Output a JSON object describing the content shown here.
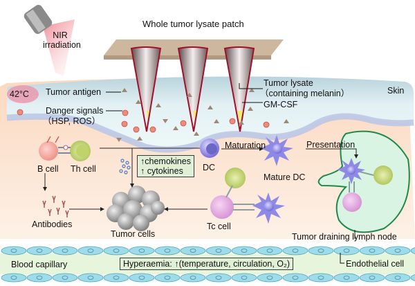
{
  "title": "Whole tumor lysate patch",
  "nir": {
    "line1": "NIR",
    "line2": "irradiation"
  },
  "temperature": "42°C",
  "skin_label": "Skin",
  "labels": {
    "tumor_antigen": "Tumor antigen",
    "danger_signals": "Danger signals",
    "danger_signals_sub": "（HSP,  ROS）",
    "tumor_lysate": "Tumor lysate",
    "tumor_lysate_sub": "（containing melanin）",
    "gm_csf": "GM-CSF",
    "b_cell": "B cell",
    "th_cell": "Th cell",
    "dc": "DC",
    "maturation": "Maturation",
    "mature_dc": "Mature DC",
    "presentation": "Presentation",
    "antibodies": "Antibodies",
    "tumor_cells": "Tumor cells",
    "tc_cell": "Tc  cell",
    "lymph_node": "Tumor draining lymph node",
    "blood_capillary": "Blood capillary",
    "endothelial_cell": "Endothelial cell"
  },
  "chemokine_box": {
    "line1": "↑chemokines",
    "line2": "↑ cytokines"
  },
  "hyperaemia_box": {
    "text": "Hyperaemia: ↑(temperature, circulation, O₂)"
  },
  "colors": {
    "skin_top": "#c9dfe6",
    "dermis": "#fde3cf",
    "lymph_fill": "#d9f4e2",
    "lymph_stroke": "#1e8a4a",
    "box_fill": "#dff0d6",
    "endothelial": "#9fdcea",
    "capillary_fill": "#e6f5dc",
    "dc_purple": "#8f89e6",
    "th_green": "#c8dc78",
    "b_pink": "#f4a29a",
    "tc_pink": "#e6a6e2",
    "nir_red": "#f3a0a8"
  }
}
